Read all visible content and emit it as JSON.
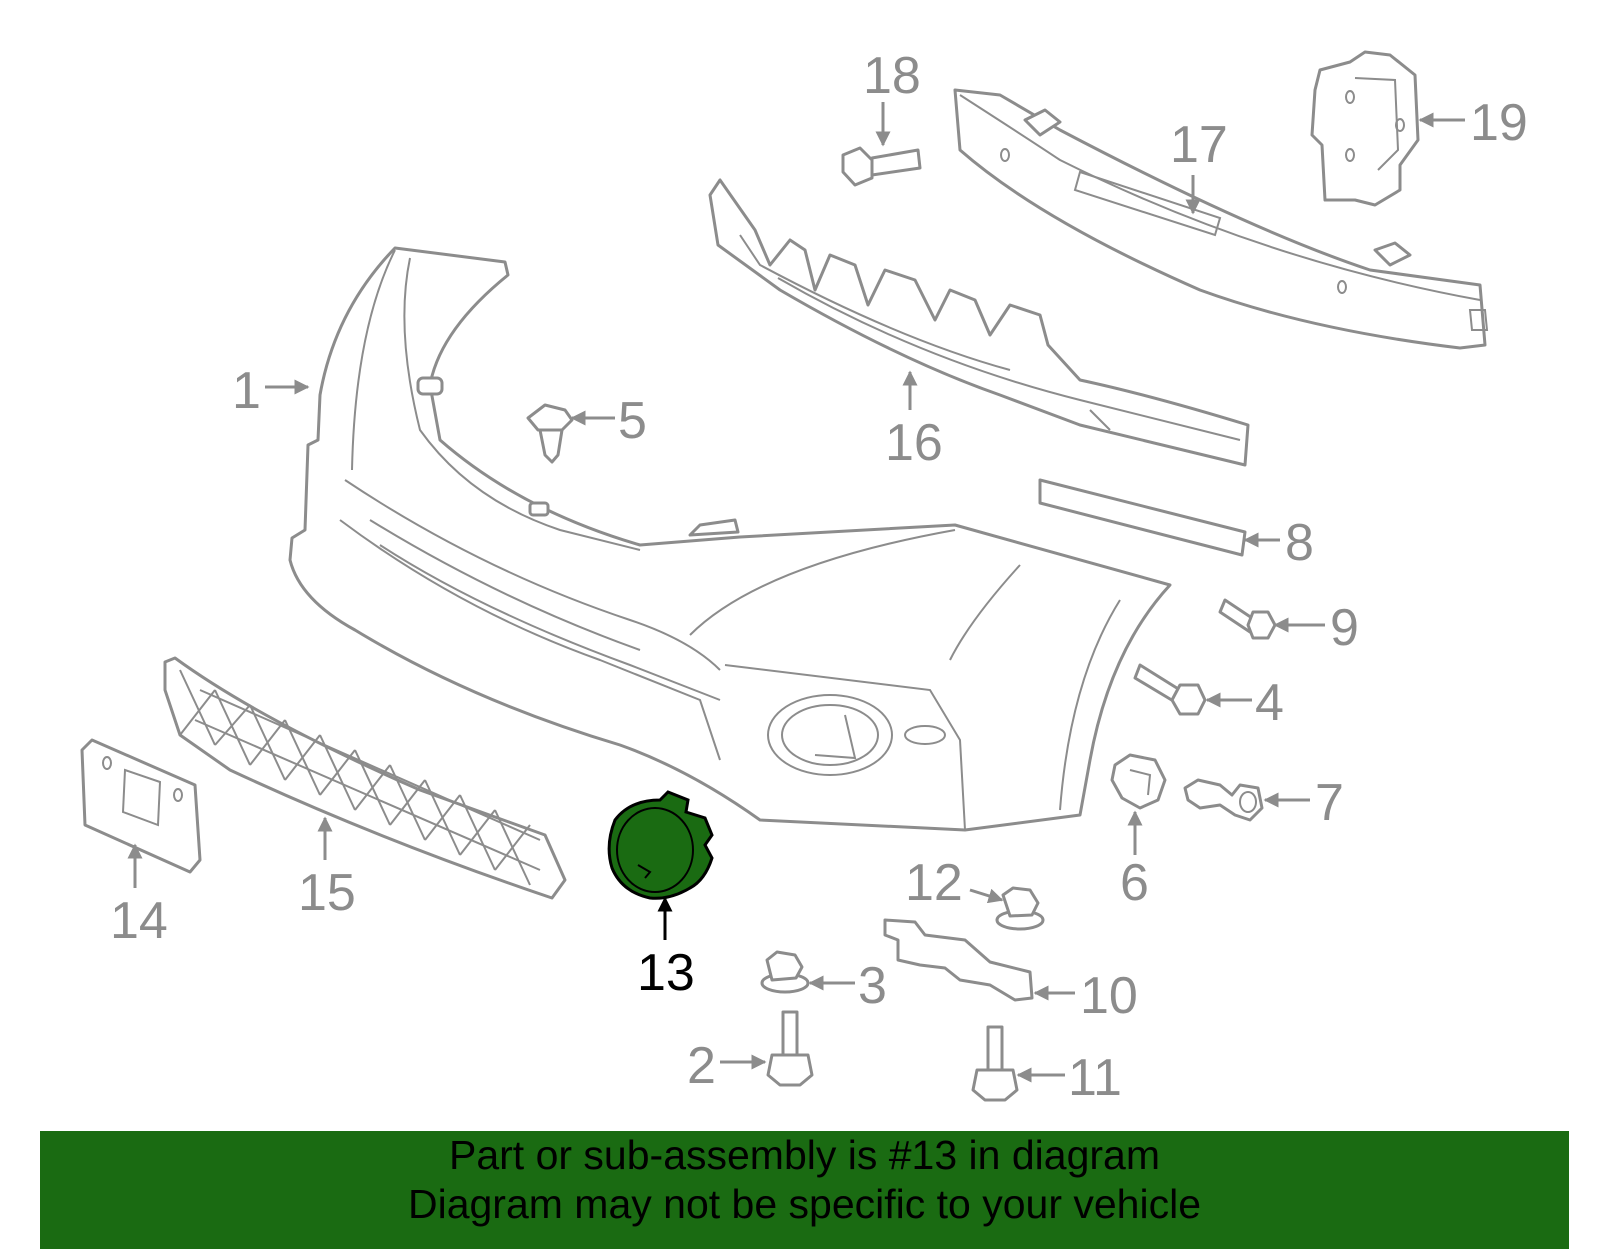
{
  "diagram": {
    "highlight_color": "#1a6b12",
    "callouts": [
      "1",
      "2",
      "3",
      "4",
      "5",
      "6",
      "7",
      "8",
      "9",
      "10",
      "11",
      "12",
      "13",
      "14",
      "15",
      "16",
      "17",
      "18",
      "19"
    ],
    "highlighted": "13"
  },
  "banner": {
    "line1": "Part or sub-assembly is #13 in diagram",
    "line2": "Diagram may not be specific to your vehicle"
  }
}
